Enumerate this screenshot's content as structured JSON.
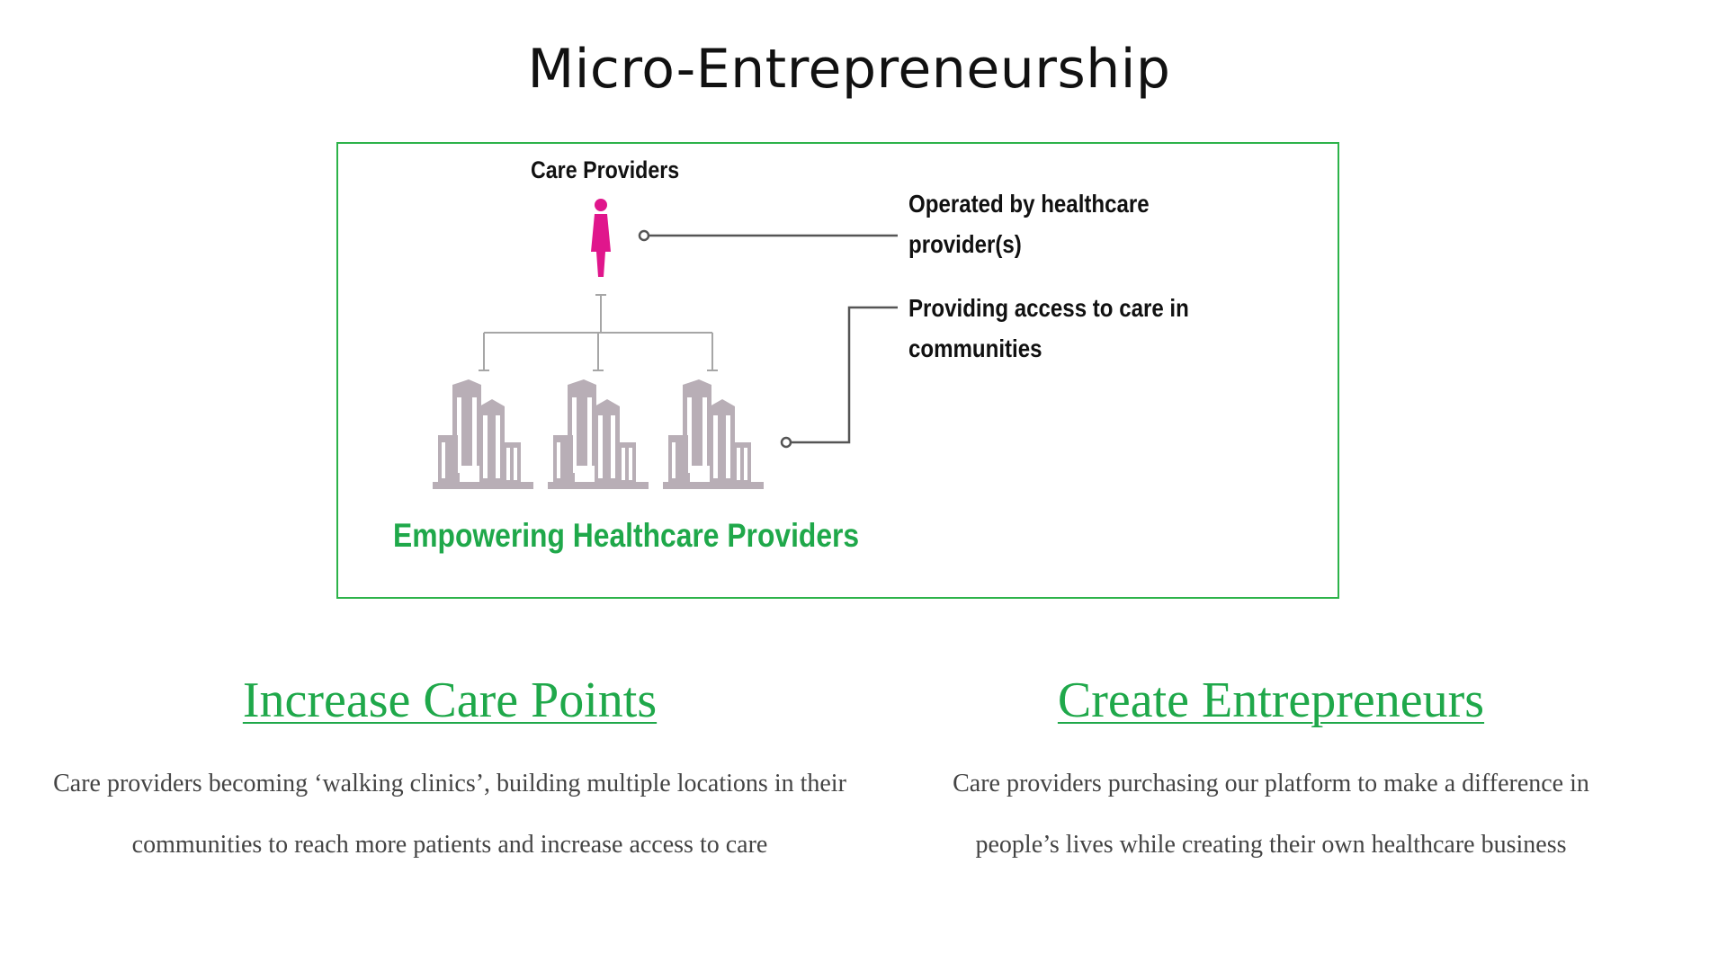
{
  "title": "Micro-Entrepreneurship",
  "diagram": {
    "top_label": "Care Providers",
    "callouts": [
      {
        "line1": "Operated by healthcare",
        "line2": "provider(s)"
      },
      {
        "line1": "Providing access to care in",
        "line2": "communities"
      }
    ],
    "footer_label": "Empowering Healthcare Providers",
    "colors": {
      "border": "#2db34a",
      "person": "#e0168c",
      "building": "#b8aeb6",
      "connector": "#a6a6a6",
      "callout_line": "#555555",
      "accent_green": "#1fa84a"
    }
  },
  "sections": [
    {
      "heading": "Increase Care Points",
      "body_line1": "Care providers becoming ‘walking clinics’, building multiple locations in their",
      "body_line2": "communities to reach more patients and increase access to care"
    },
    {
      "heading": "Create Entrepreneurs",
      "body_line1": "Care providers purchasing our platform to make a difference in",
      "body_line2": "people’s lives while creating their own healthcare business"
    }
  ]
}
